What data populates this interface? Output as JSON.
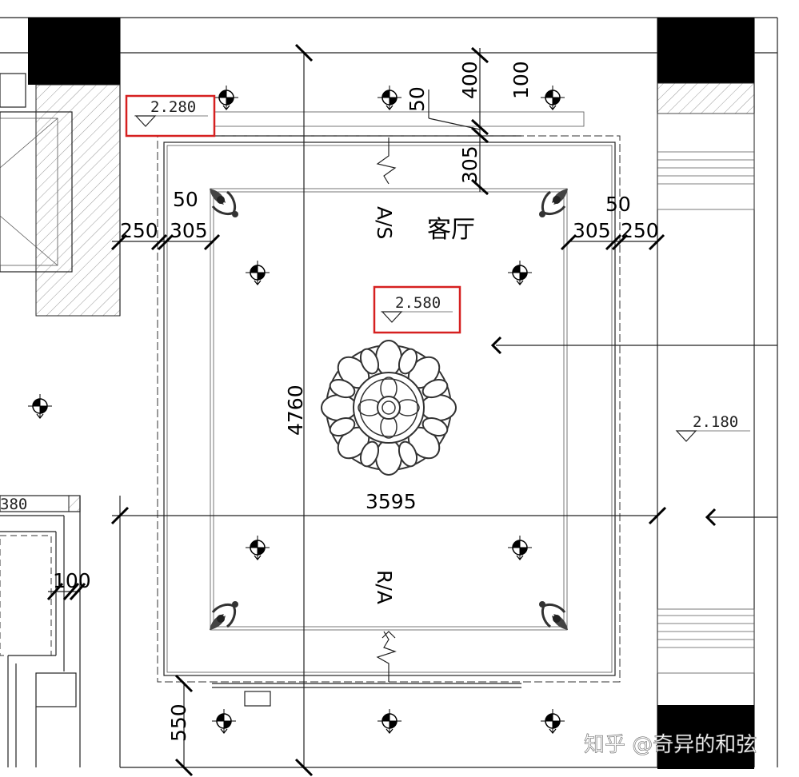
{
  "room": {
    "name": "客厅",
    "return_air": "R/A",
    "supply_air": "A/S"
  },
  "levels": {
    "upper_left": "2.280",
    "center": "2.580",
    "right": "2.180",
    "left_partial": "380"
  },
  "dimensions": {
    "top_50": "50",
    "top_400": "400",
    "top_100": "100",
    "top_305": "305",
    "left_50": "50",
    "left_250": "250",
    "left_305": "305",
    "right_50": "50",
    "right_305": "305",
    "right_250": "250",
    "height_4760": "4760",
    "width_3595": "3595",
    "left_100": "100",
    "bottom_550": "550"
  },
  "watermark": "知乎 @奇异的和弦",
  "colors": {
    "highlight": "#d62020",
    "wall_fill": "#000000"
  }
}
